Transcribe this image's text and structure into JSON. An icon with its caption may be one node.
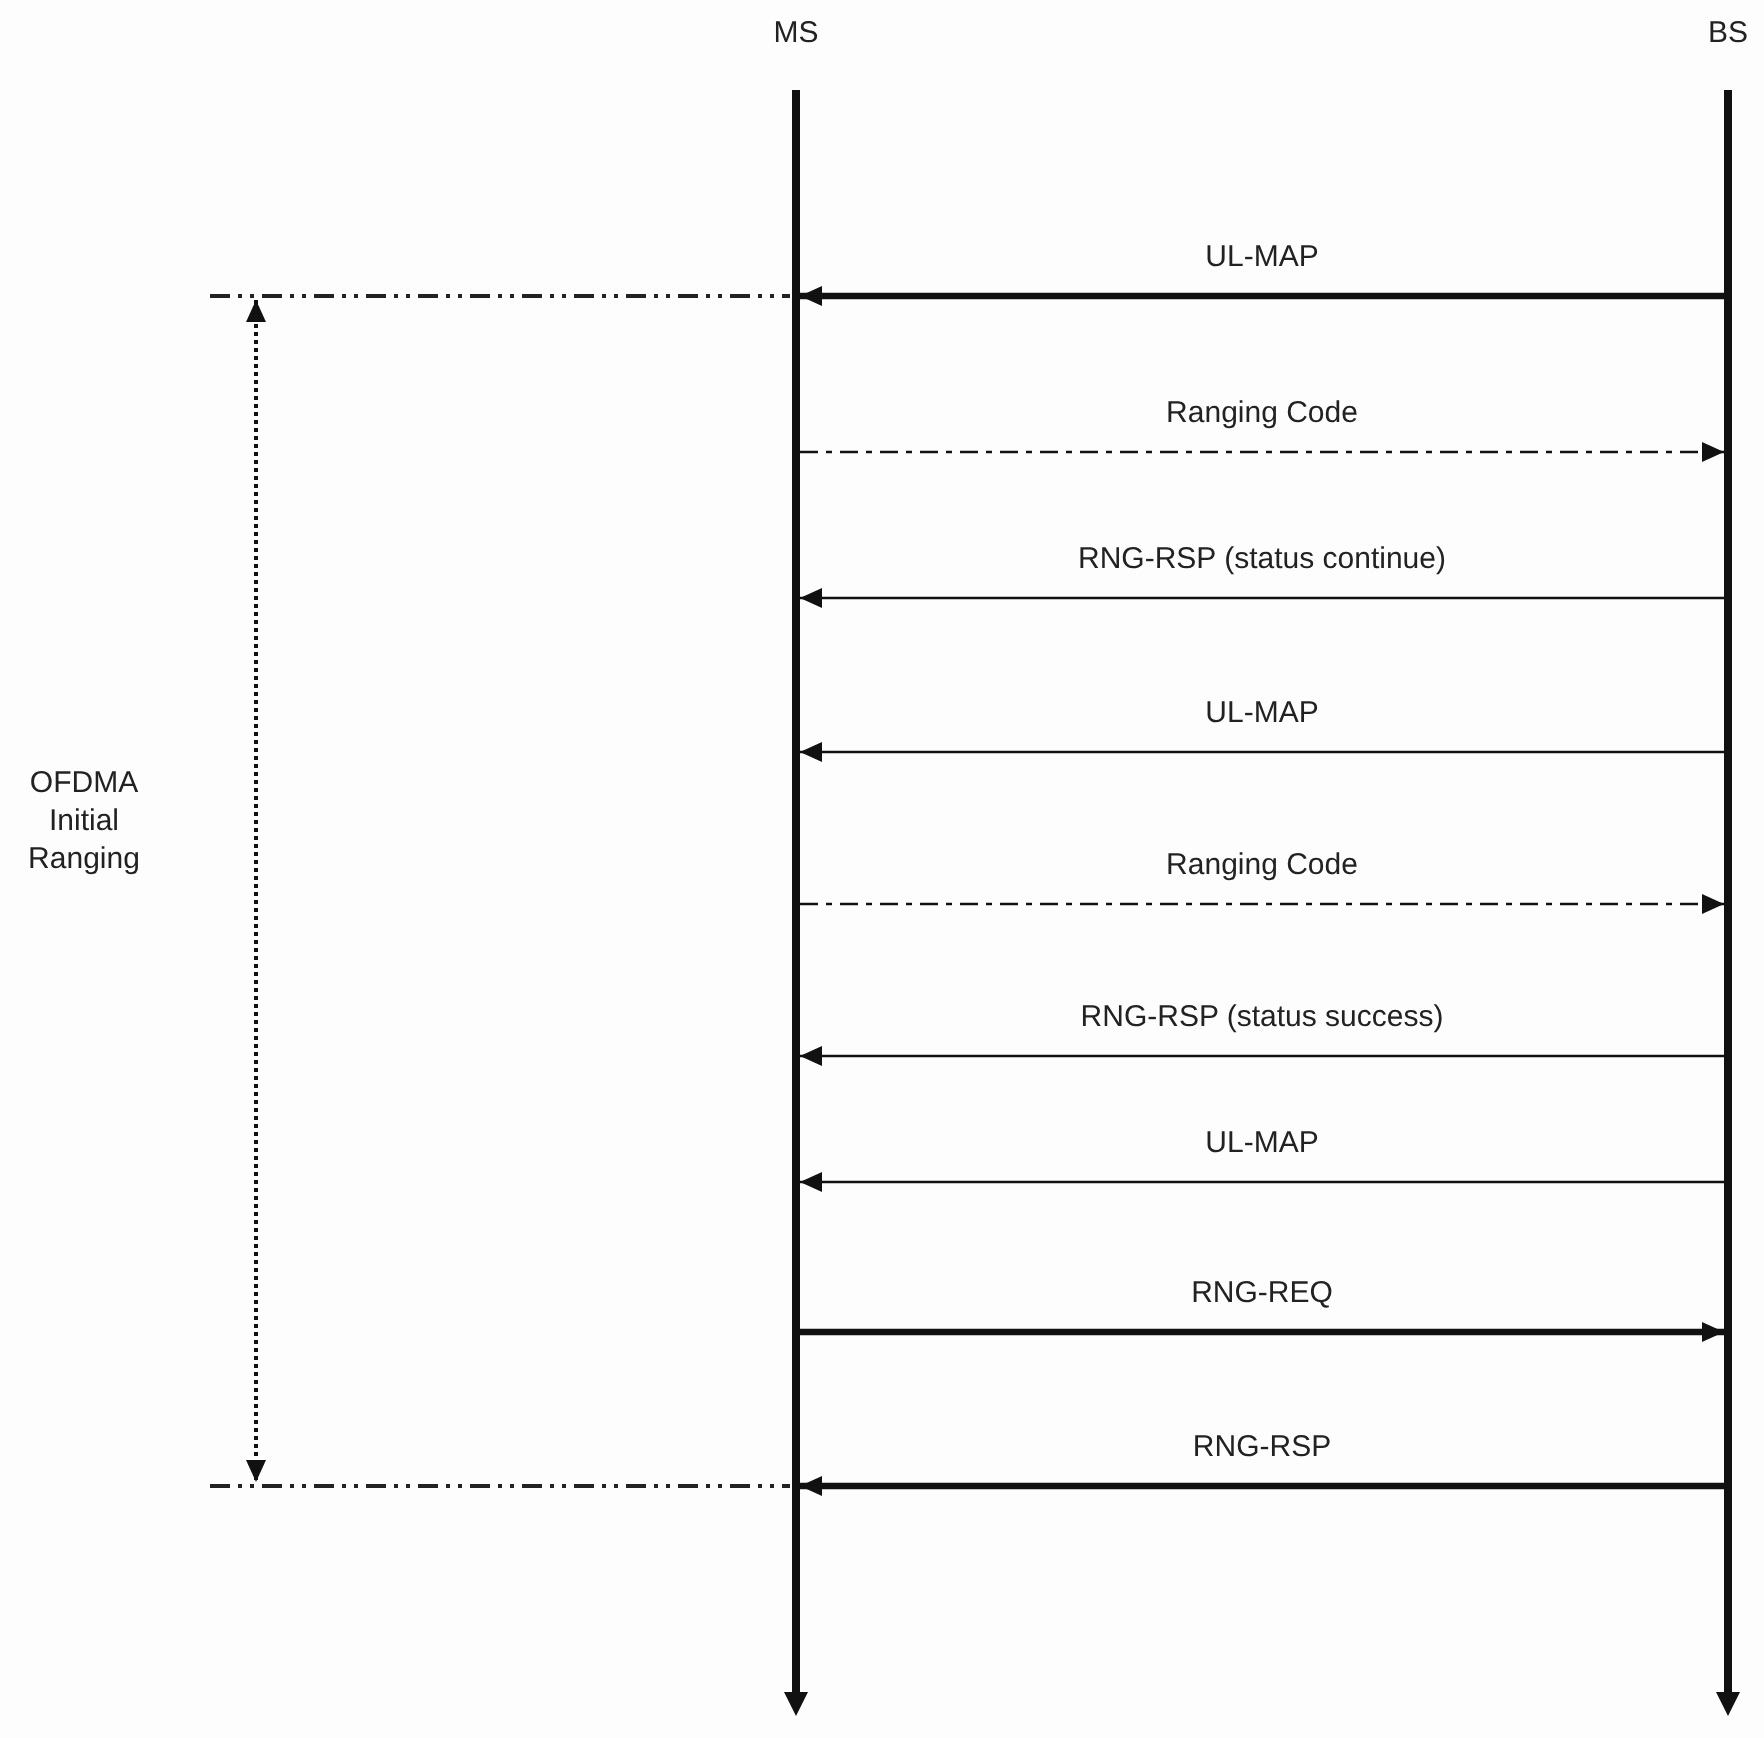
{
  "diagram": {
    "nodes": [
      {
        "text": [],
        "shape": "bar",
        "beside": [
          "MS"
        ]
      },
      {
        "text": [],
        "shape": "bar",
        "beside": [
          "BS"
        ]
      }
    ],
    "edges": [
      {
        "from": 1,
        "to": 0,
        "arrow": "to",
        "label": "UL-MAP",
        "style": "thick"
      },
      {
        "from": 0,
        "to": 1,
        "arrow": "to",
        "label": "Ranging Code",
        "style": "dashed"
      },
      {
        "from": 1,
        "to": 0,
        "arrow": "to",
        "label": "RNG-RSP (status continue)"
      },
      {
        "from": 1,
        "to": 0,
        "arrow": "to",
        "label": "UL-MAP"
      },
      {
        "from": 0,
        "to": 1,
        "arrow": "to",
        "label": "Ranging Code",
        "style": "dashed"
      },
      {
        "from": 1,
        "to": 0,
        "arrow": "to",
        "label": "RNG-RSP (status success)"
      },
      {
        "from": 1,
        "to": 0,
        "arrow": "to",
        "label": "UL-MAP"
      },
      {
        "from": 0,
        "to": 1,
        "arrow": "to",
        "label": "RNG-REQ",
        "style": "thick"
      },
      {
        "from": 1,
        "to": 0,
        "arrow": "to",
        "label": "RNG-RSP",
        "style": "thick"
      }
    ],
    "labels": [
      "OFDMA Initial Ranging"
    ]
  }
}
